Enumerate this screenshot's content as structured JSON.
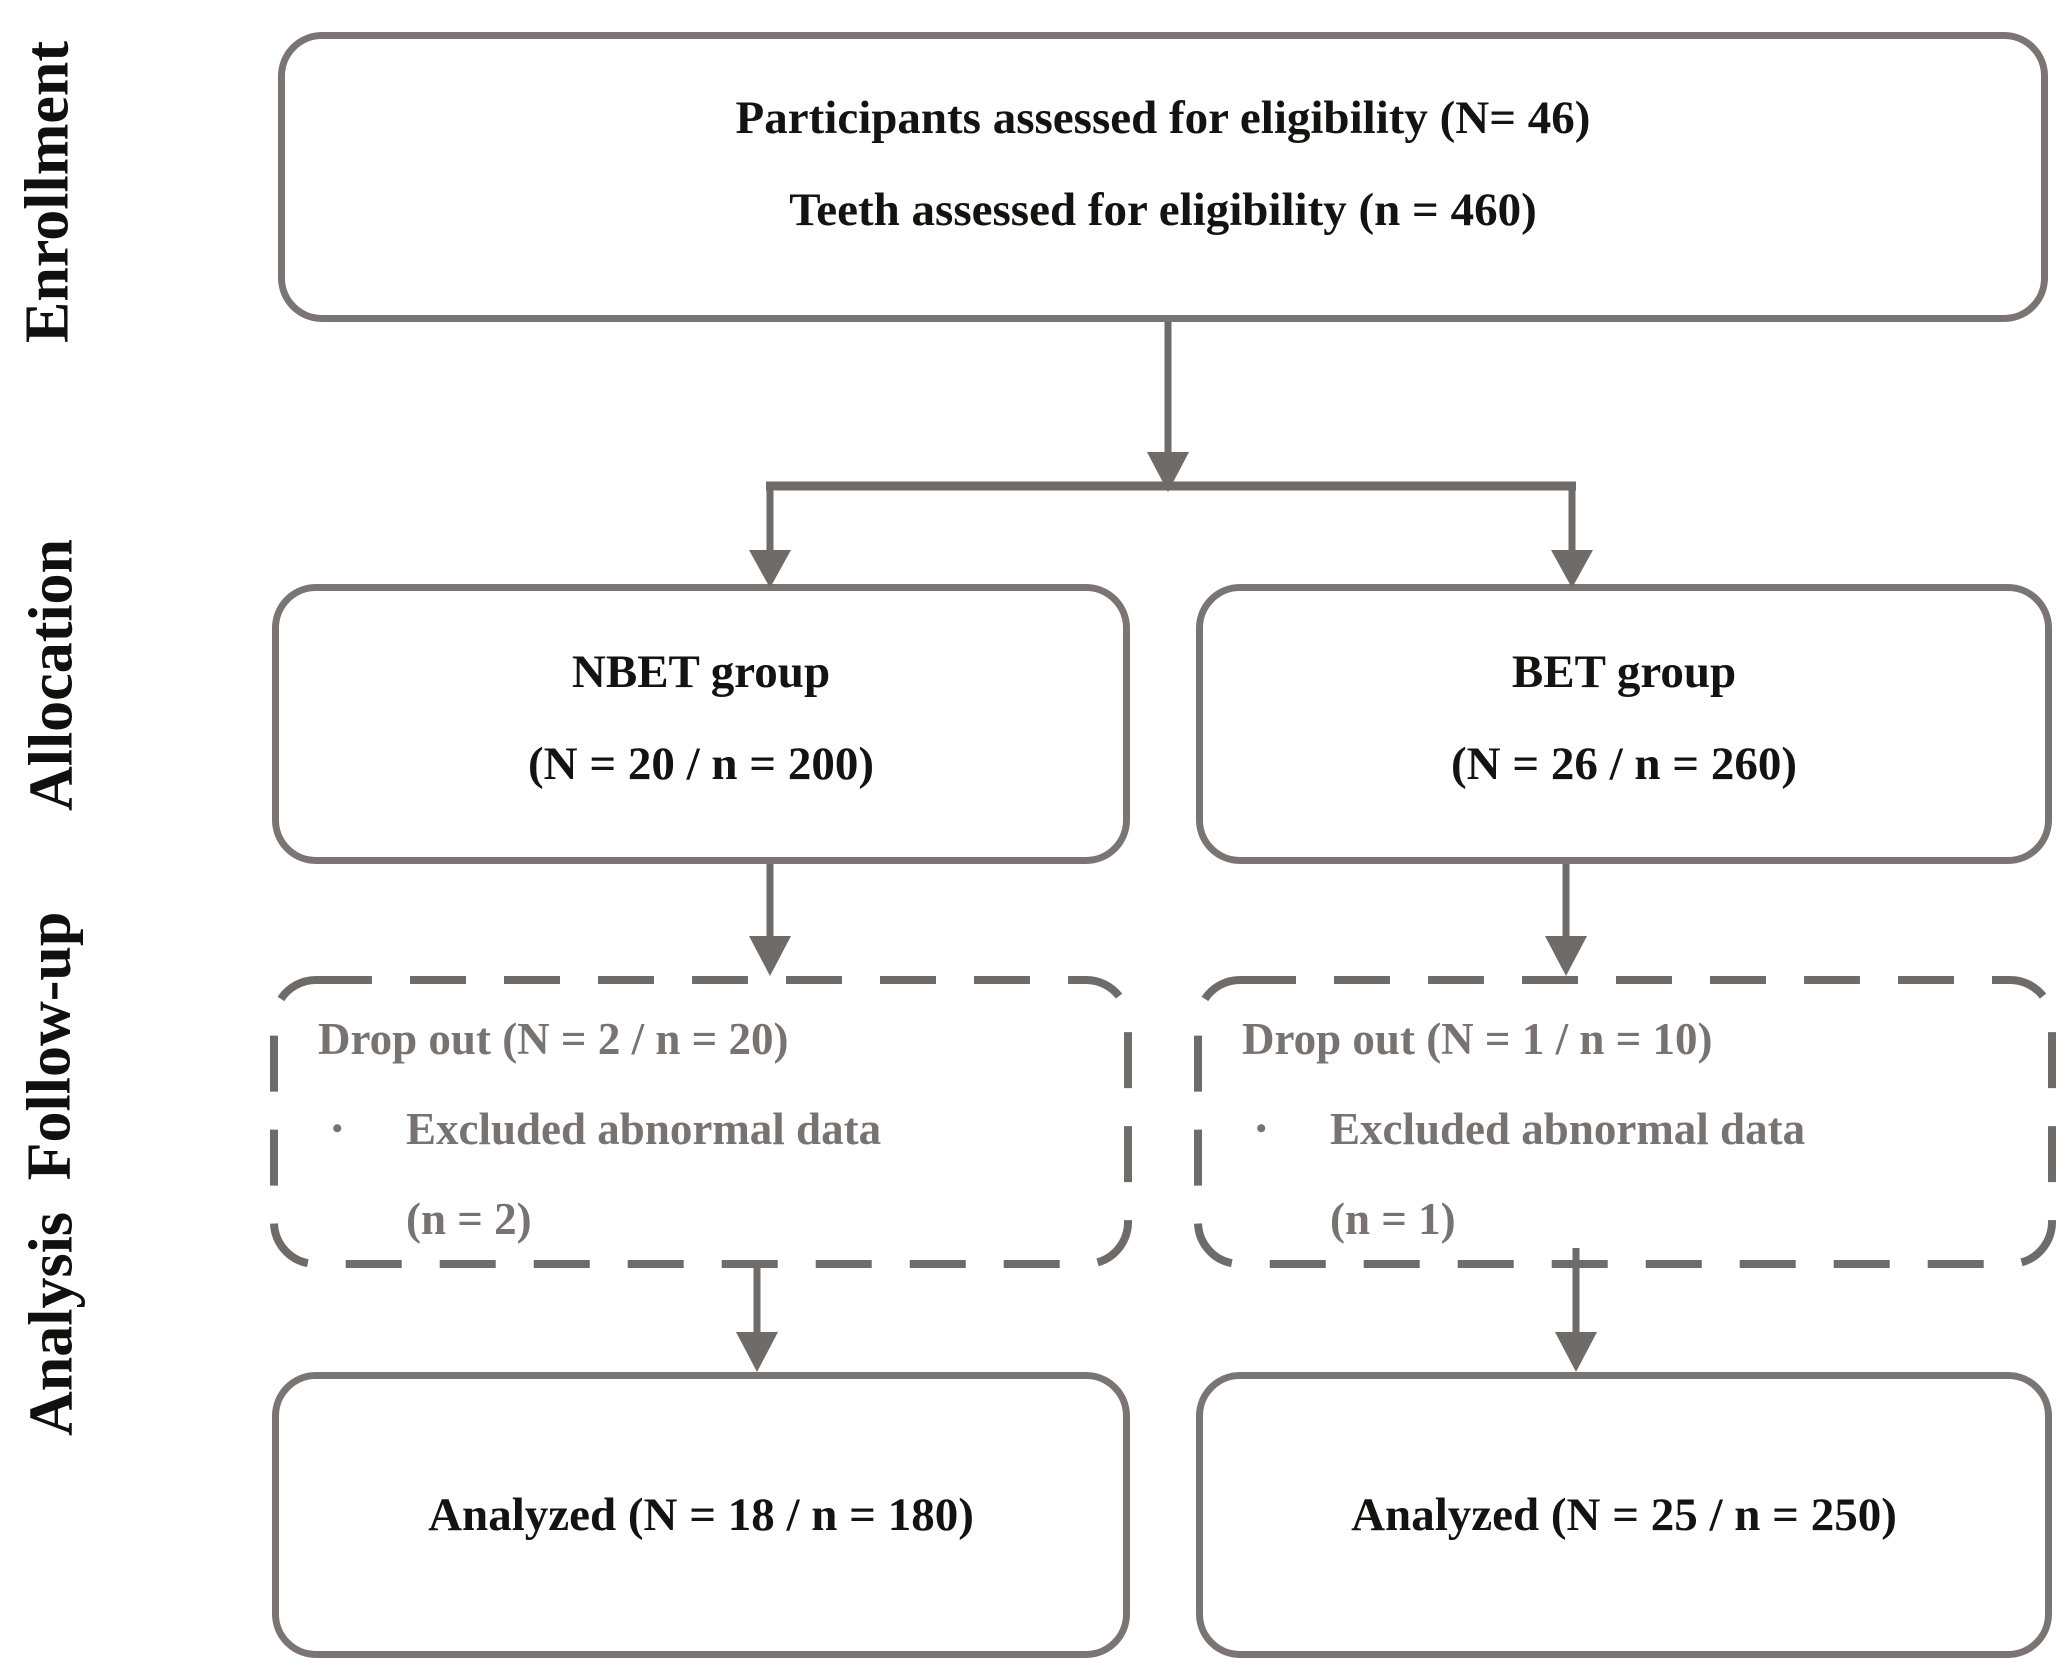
{
  "stage_labels": [
    {
      "label": "Enrollment"
    },
    {
      "label": "Allocation"
    },
    {
      "label": "Follow-up"
    },
    {
      "label": "Analysis"
    }
  ],
  "boxes": {
    "enrollment": {
      "line1": "Participants assessed for eligibility (N= 46)",
      "line2": "Teeth assessed for eligibility (n = 460)"
    },
    "allocation_left": {
      "line1": "NBET group",
      "line2": "(N = 20 / n = 200)"
    },
    "allocation_right": {
      "line1": "BET group",
      "line2": "(N = 26 / n = 260)"
    },
    "followup_left": {
      "line1": "Drop out (N = 2 / n = 20)",
      "bullet": "•",
      "line2": "Excluded abnormal data",
      "line3": "(n = 2)"
    },
    "followup_right": {
      "line1": "Drop out (N = 1 / n = 10)",
      "bullet": "•",
      "line2": "Excluded abnormal data",
      "line3": "(n = 1)"
    },
    "analysis_left": {
      "text": "Analyzed (N = 18 / n = 180)"
    },
    "analysis_right": {
      "text": "Analyzed (N = 25 / n = 250)"
    }
  },
  "colors": {
    "box_border": "#7a7572",
    "arrow": "#6f6b69",
    "text_primary": "#151311",
    "text_muted": "#787370",
    "background": "#ffffff"
  }
}
